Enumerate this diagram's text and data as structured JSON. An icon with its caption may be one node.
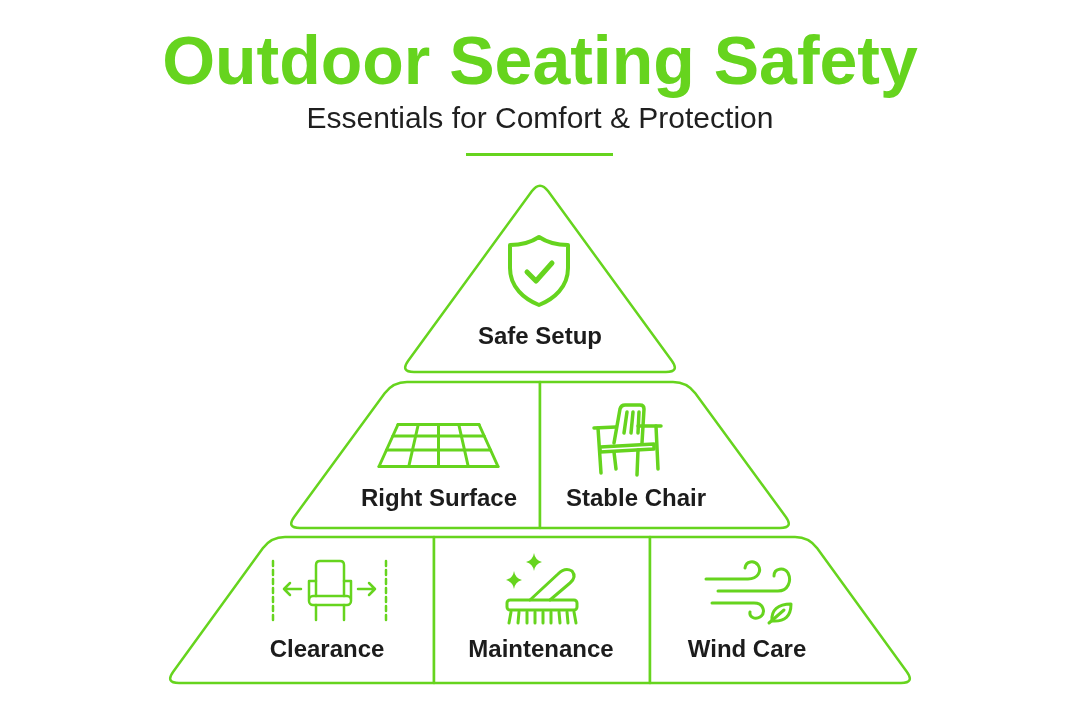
{
  "diagram": {
    "title": "Outdoor Seating Safety",
    "nodes": [
      {
        "text": [
          "Safe Setup"
        ]
      },
      {
        "text": [
          "Right Surface"
        ]
      },
      {
        "text": [
          "Stable Chair"
        ]
      },
      {
        "text": [
          "Clearance"
        ]
      },
      {
        "text": [
          "Maintenance"
        ]
      },
      {
        "text": [
          "Wind Care"
        ]
      }
    ],
    "labels": [
      "Essentials for Comfort & Protection"
    ]
  }
}
